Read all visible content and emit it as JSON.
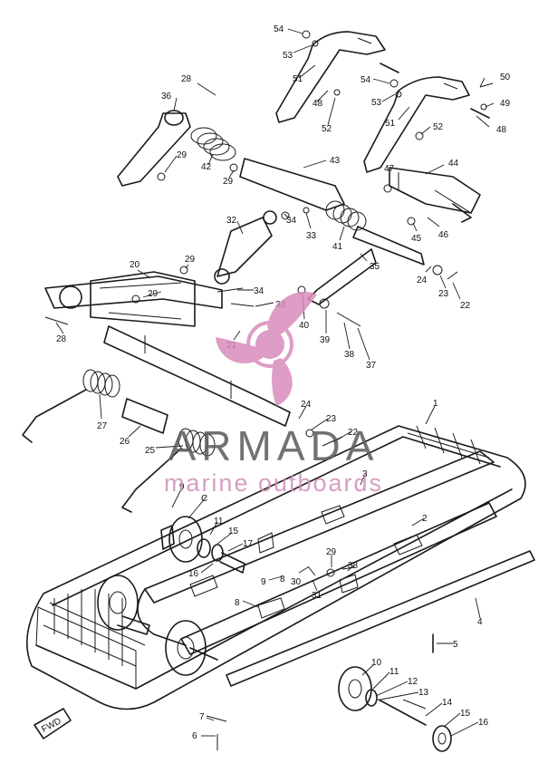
{
  "watermark": {
    "brand": "ARMADA",
    "tagline": "marine outboards",
    "logo_color": "#d98cbd",
    "text_color": "#5a5a5a"
  },
  "fwd_label": "FWD",
  "callouts": [
    {
      "id": "c54a",
      "text": "54"
    },
    {
      "id": "c53a",
      "text": "53"
    },
    {
      "id": "c51a",
      "text": "51"
    },
    {
      "id": "c48a",
      "text": "48"
    },
    {
      "id": "c52a",
      "text": "52"
    },
    {
      "id": "c54b",
      "text": "54"
    },
    {
      "id": "c53b",
      "text": "53"
    },
    {
      "id": "c50",
      "text": "50"
    },
    {
      "id": "c49",
      "text": "49"
    },
    {
      "id": "c51b",
      "text": "51"
    },
    {
      "id": "c48b",
      "text": "48"
    },
    {
      "id": "c52b",
      "text": "52"
    },
    {
      "id": "c28a",
      "text": "28"
    },
    {
      "id": "c36",
      "text": "36"
    },
    {
      "id": "c29a",
      "text": "29"
    },
    {
      "id": "c42",
      "text": "42"
    },
    {
      "id": "c29b",
      "text": "29"
    },
    {
      "id": "c43",
      "text": "43"
    },
    {
      "id": "c47",
      "text": "47"
    },
    {
      "id": "c44",
      "text": "44"
    },
    {
      "id": "c34a",
      "text": "34"
    },
    {
      "id": "c33a",
      "text": "33"
    },
    {
      "id": "c32",
      "text": "32"
    },
    {
      "id": "c45",
      "text": "45"
    },
    {
      "id": "c46",
      "text": "46"
    },
    {
      "id": "c41",
      "text": "41"
    },
    {
      "id": "c35",
      "text": "35"
    },
    {
      "id": "c24a",
      "text": "24"
    },
    {
      "id": "c23a",
      "text": "23"
    },
    {
      "id": "c22a",
      "text": "22"
    },
    {
      "id": "c20",
      "text": "20"
    },
    {
      "id": "c29c",
      "text": "29"
    },
    {
      "id": "c29d",
      "text": "29"
    },
    {
      "id": "c34b",
      "text": "34"
    },
    {
      "id": "c33b",
      "text": "33"
    },
    {
      "id": "c40",
      "text": "40"
    },
    {
      "id": "c39",
      "text": "39"
    },
    {
      "id": "c38a",
      "text": "38"
    },
    {
      "id": "c37",
      "text": "37"
    },
    {
      "id": "c28b",
      "text": "28"
    },
    {
      "id": "c21",
      "text": "21"
    },
    {
      "id": "c27",
      "text": "27"
    },
    {
      "id": "c26",
      "text": "26"
    },
    {
      "id": "c25",
      "text": "25"
    },
    {
      "id": "c24b",
      "text": "24"
    },
    {
      "id": "c23b",
      "text": "23"
    },
    {
      "id": "c22b",
      "text": "22"
    },
    {
      "id": "c1",
      "text": "1"
    },
    {
      "id": "c3",
      "text": "3"
    },
    {
      "id": "c2",
      "text": "2"
    },
    {
      "id": "c9",
      "text": "9"
    },
    {
      "id": "cC",
      "text": "C"
    },
    {
      "id": "c11a",
      "text": "11"
    },
    {
      "id": "c15a",
      "text": "15"
    },
    {
      "id": "c17",
      "text": "17"
    },
    {
      "id": "c16a",
      "text": "16"
    },
    {
      "id": "c9b",
      "text": "9"
    },
    {
      "id": "c8a",
      "text": "8"
    },
    {
      "id": "c30",
      "text": "30"
    },
    {
      "id": "c29e",
      "text": "29"
    },
    {
      "id": "c38b",
      "text": "38"
    },
    {
      "id": "c31",
      "text": "31"
    },
    {
      "id": "c8b",
      "text": "8"
    },
    {
      "id": "c4",
      "text": "4"
    },
    {
      "id": "c5",
      "text": "5"
    },
    {
      "id": "c10",
      "text": "10"
    },
    {
      "id": "c11b",
      "text": "11"
    },
    {
      "id": "c12",
      "text": "12"
    },
    {
      "id": "c13",
      "text": "13"
    },
    {
      "id": "c14",
      "text": "14"
    },
    {
      "id": "c15b",
      "text": "15"
    },
    {
      "id": "c16b",
      "text": "16"
    },
    {
      "id": "c7",
      "text": "7"
    },
    {
      "id": "c6",
      "text": "6"
    }
  ]
}
